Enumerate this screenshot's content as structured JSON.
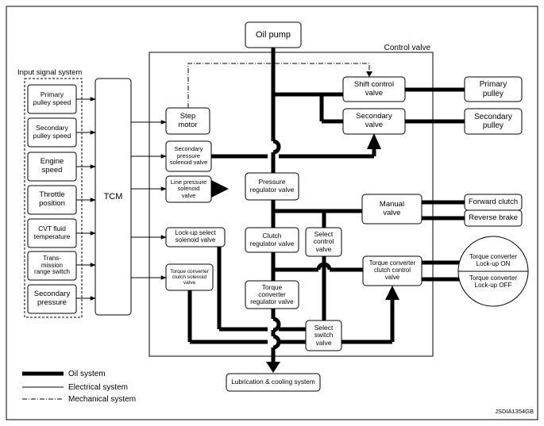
{
  "diagram": {
    "oil_pump": "Oil pump",
    "control_valve": "Control valve",
    "input_signal_system": "Input signal system",
    "tcm": "TCM",
    "inputs": {
      "primary_pulley_speed": "Primary\npulley speed",
      "secondary_pulley_speed": "Secondary\npulley speed",
      "engine_speed": "Engine\nspeed",
      "throttle_position": "Throttle\nposition",
      "cvt_fluid_temperature": "CVT fluid\ntemperature",
      "transmission_range_switch": "Trans-\nmission\nrange switch",
      "secondary_pressure": "Secondary\npressure"
    },
    "solenoids": {
      "step_motor": "Step\nmotor",
      "secondary_pressure_solenoid": "Secondary\npressure\nsolenoid valve",
      "line_pressure_solenoid": "Line pressure\nsolenoid\nvalve",
      "lockup_select_solenoid": "Lock-up select\nsolenoid valve",
      "torque_converter_clutch_solenoid": "Torque converter\nclutch solenoid\nvalve"
    },
    "valves": {
      "shift_control": "Shift control\nvalve",
      "secondary": "Secondary\nvalve",
      "pressure_regulator": "Pressure\nregulator valve",
      "manual": "Manual\nvalve",
      "clutch_regulator": "Clutch\nregulator valve",
      "select_control": "Select\ncontrol\nvalve",
      "torque_converter_regulator": "Torque\nconverter\nregulator valve",
      "torque_converter_clutch_control": "Torque converter\nclutch control\nvalve",
      "select_switch": "Select\nswitch\nvalve"
    },
    "outputs": {
      "primary_pulley": "Primary\npulley",
      "secondary_pulley": "Secondary\npulley",
      "forward_clutch": "Forward clutch",
      "reverse_brake": "Reverse brake",
      "lockup_on": "Torque converter\nLock-up ON",
      "lockup_off": "Torque converter\nLock-up OFF"
    },
    "lubrication": "Lubrication & cooling system",
    "legend": {
      "oil_system": "Oil system",
      "electrical_system": "Electrical system",
      "mechanical_system": "Mechanical system"
    },
    "figure_id": "JSDIA1354GB"
  }
}
